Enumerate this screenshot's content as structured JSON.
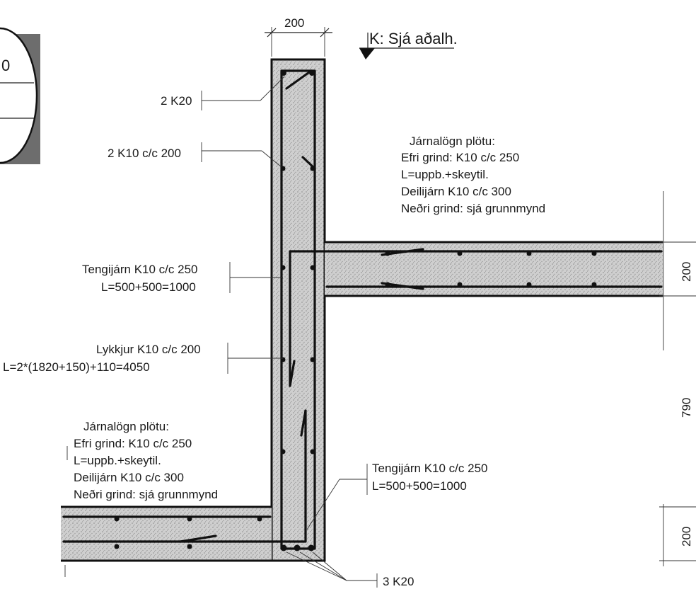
{
  "header": {
    "top_dimension": "200",
    "section_ref": "K: Sjá aðalh."
  },
  "detail_symbol": {
    "partial_text": "0"
  },
  "wall_labels": {
    "top_bars": "2 K20",
    "stirrups": "2 K10 c/c 200",
    "ties_upper_line1": "Tengijárn K10 c/c 250",
    "ties_upper_line2": "L=500+500=1000",
    "loops_line1": "Lykkjur K10 c/c 200",
    "loops_line2": "L=2*(1820+150)+110=4050",
    "ties_lower_line1": "Tengijárn K10 c/c 250",
    "ties_lower_line2": "L=500+500=1000",
    "bottom_bars": "3 K20"
  },
  "slab_notes_right": [
    "Járnalögn plötu:",
    "Efri grind: K10 c/c 250",
    "L=uppb.+skeytil.",
    "Deilijárn K10 c/c 300",
    "Neðri grind: sjá grunnmynd"
  ],
  "slab_notes_left": [
    "Járnalögn plötu:",
    "Efri grind: K10 c/c 250",
    "L=uppb.+skeytil.",
    "Deilijárn K10 c/c 300",
    "Neðri grind: sjá grunnmynd"
  ],
  "right_dimensions": {
    "upper_slab": "200",
    "middle_gap": "790",
    "lower_slab": "200"
  }
}
